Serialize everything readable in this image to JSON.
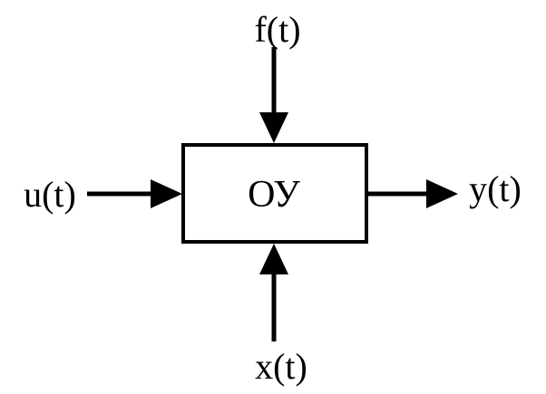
{
  "diagram": {
    "block": {
      "label": "ОУ"
    },
    "inputs": {
      "top": "f(t)",
      "left": "u(t)",
      "bottom": "x(t)"
    },
    "outputs": {
      "right": "y(t)"
    },
    "colors": {
      "stroke": "#000000",
      "background": "#ffffff"
    }
  }
}
